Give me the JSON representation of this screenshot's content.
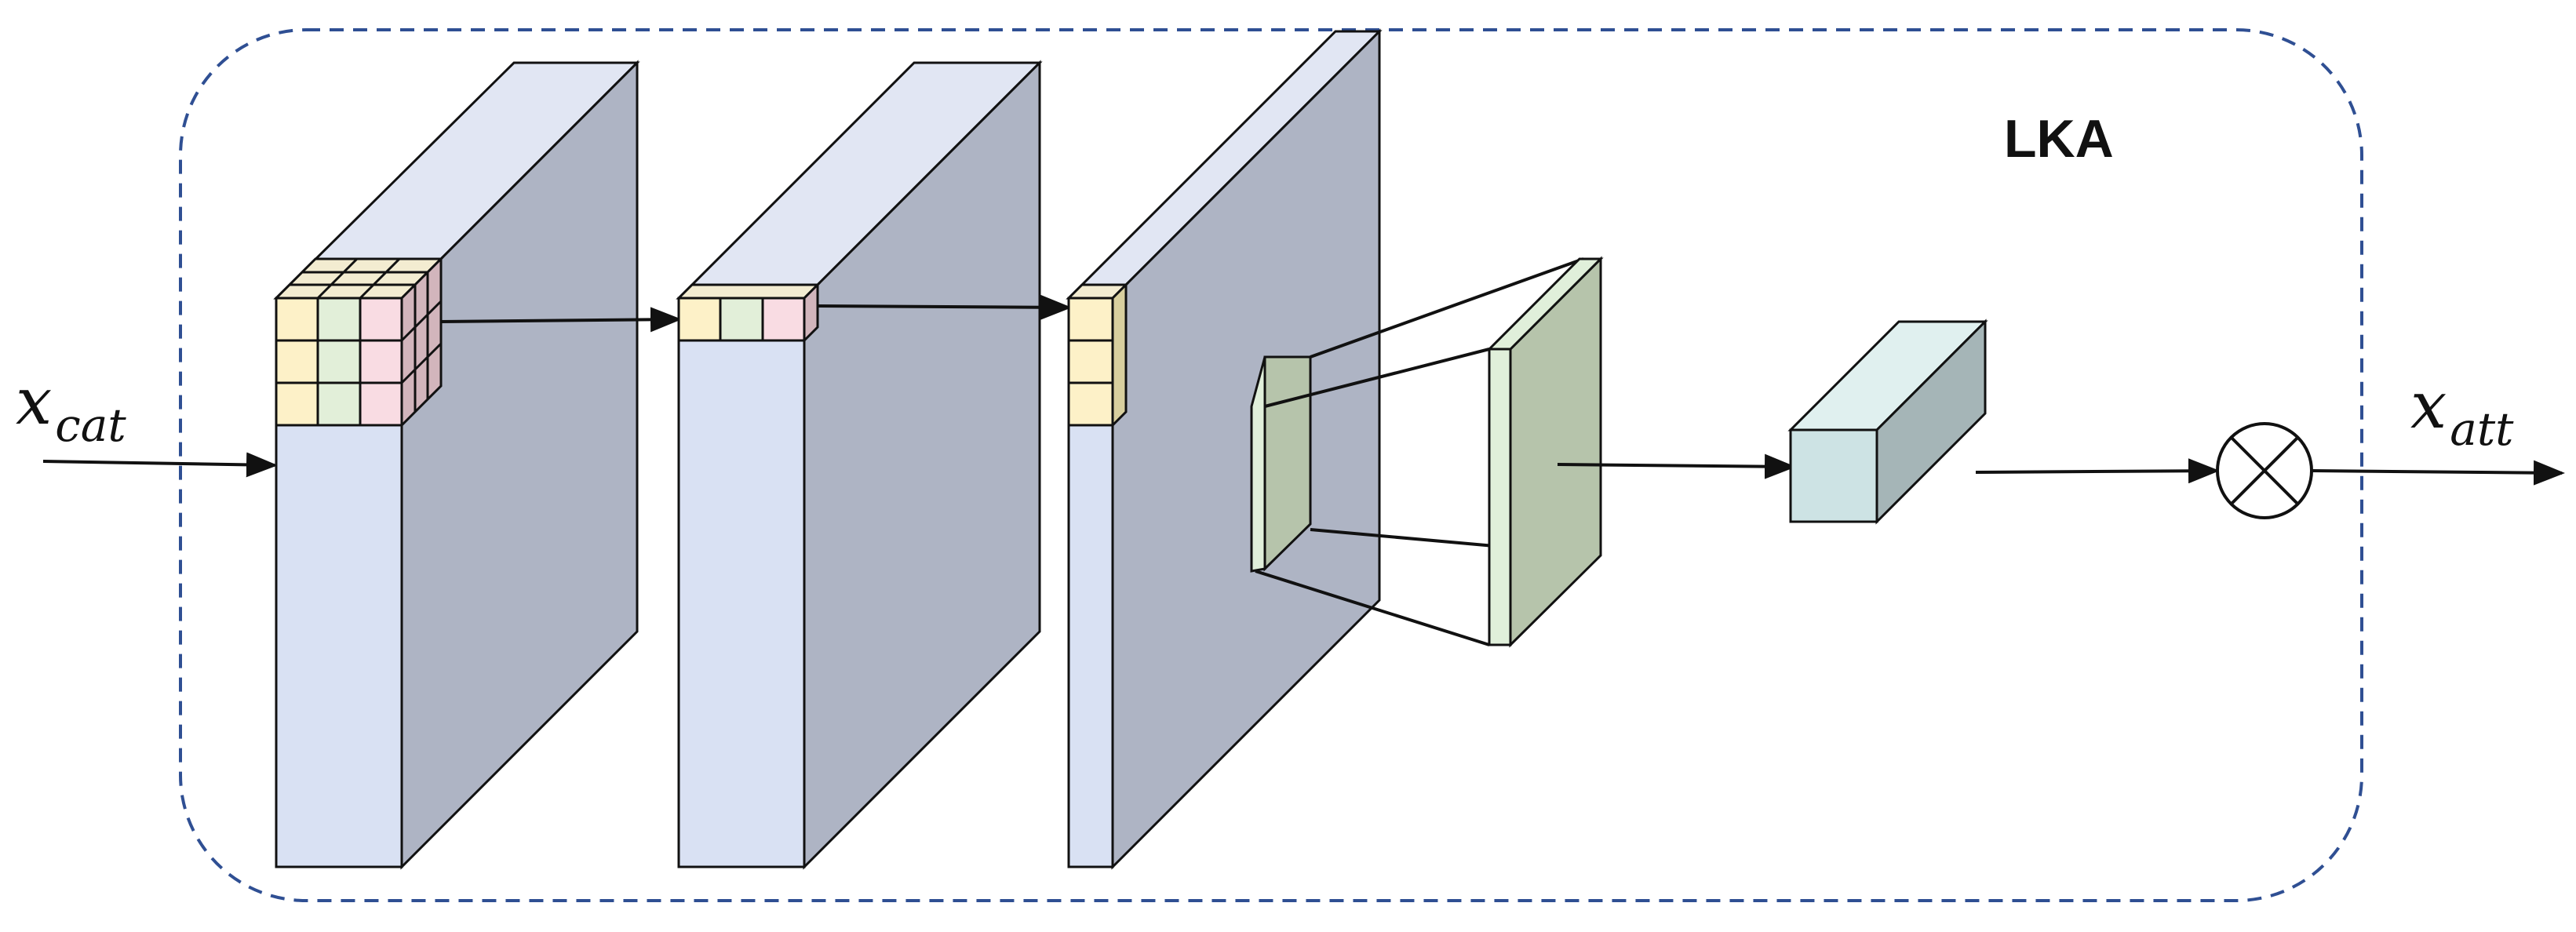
{
  "title": "LKA",
  "input_label": {
    "base": "x",
    "subscript": "cat"
  },
  "output_label": {
    "base": "x",
    "subscript": "att"
  },
  "operator_symbol": "multiply",
  "colors": {
    "frame": "#2f4f93",
    "front_face": "#d9e1f3",
    "top_face": "#e1e6f3",
    "side_face": "#aeb4c4",
    "cell_yellow": "#fdf1c8",
    "cell_green": "#e2efd9",
    "cell_pink": "#f9dce3",
    "plane_green": "#b6c4ab",
    "plane_edge": "#e0efda",
    "box_front": "#cde3e4",
    "box_side": "#a5b5b7",
    "box_top": "#e0f0ef",
    "stroke": "#111111"
  }
}
